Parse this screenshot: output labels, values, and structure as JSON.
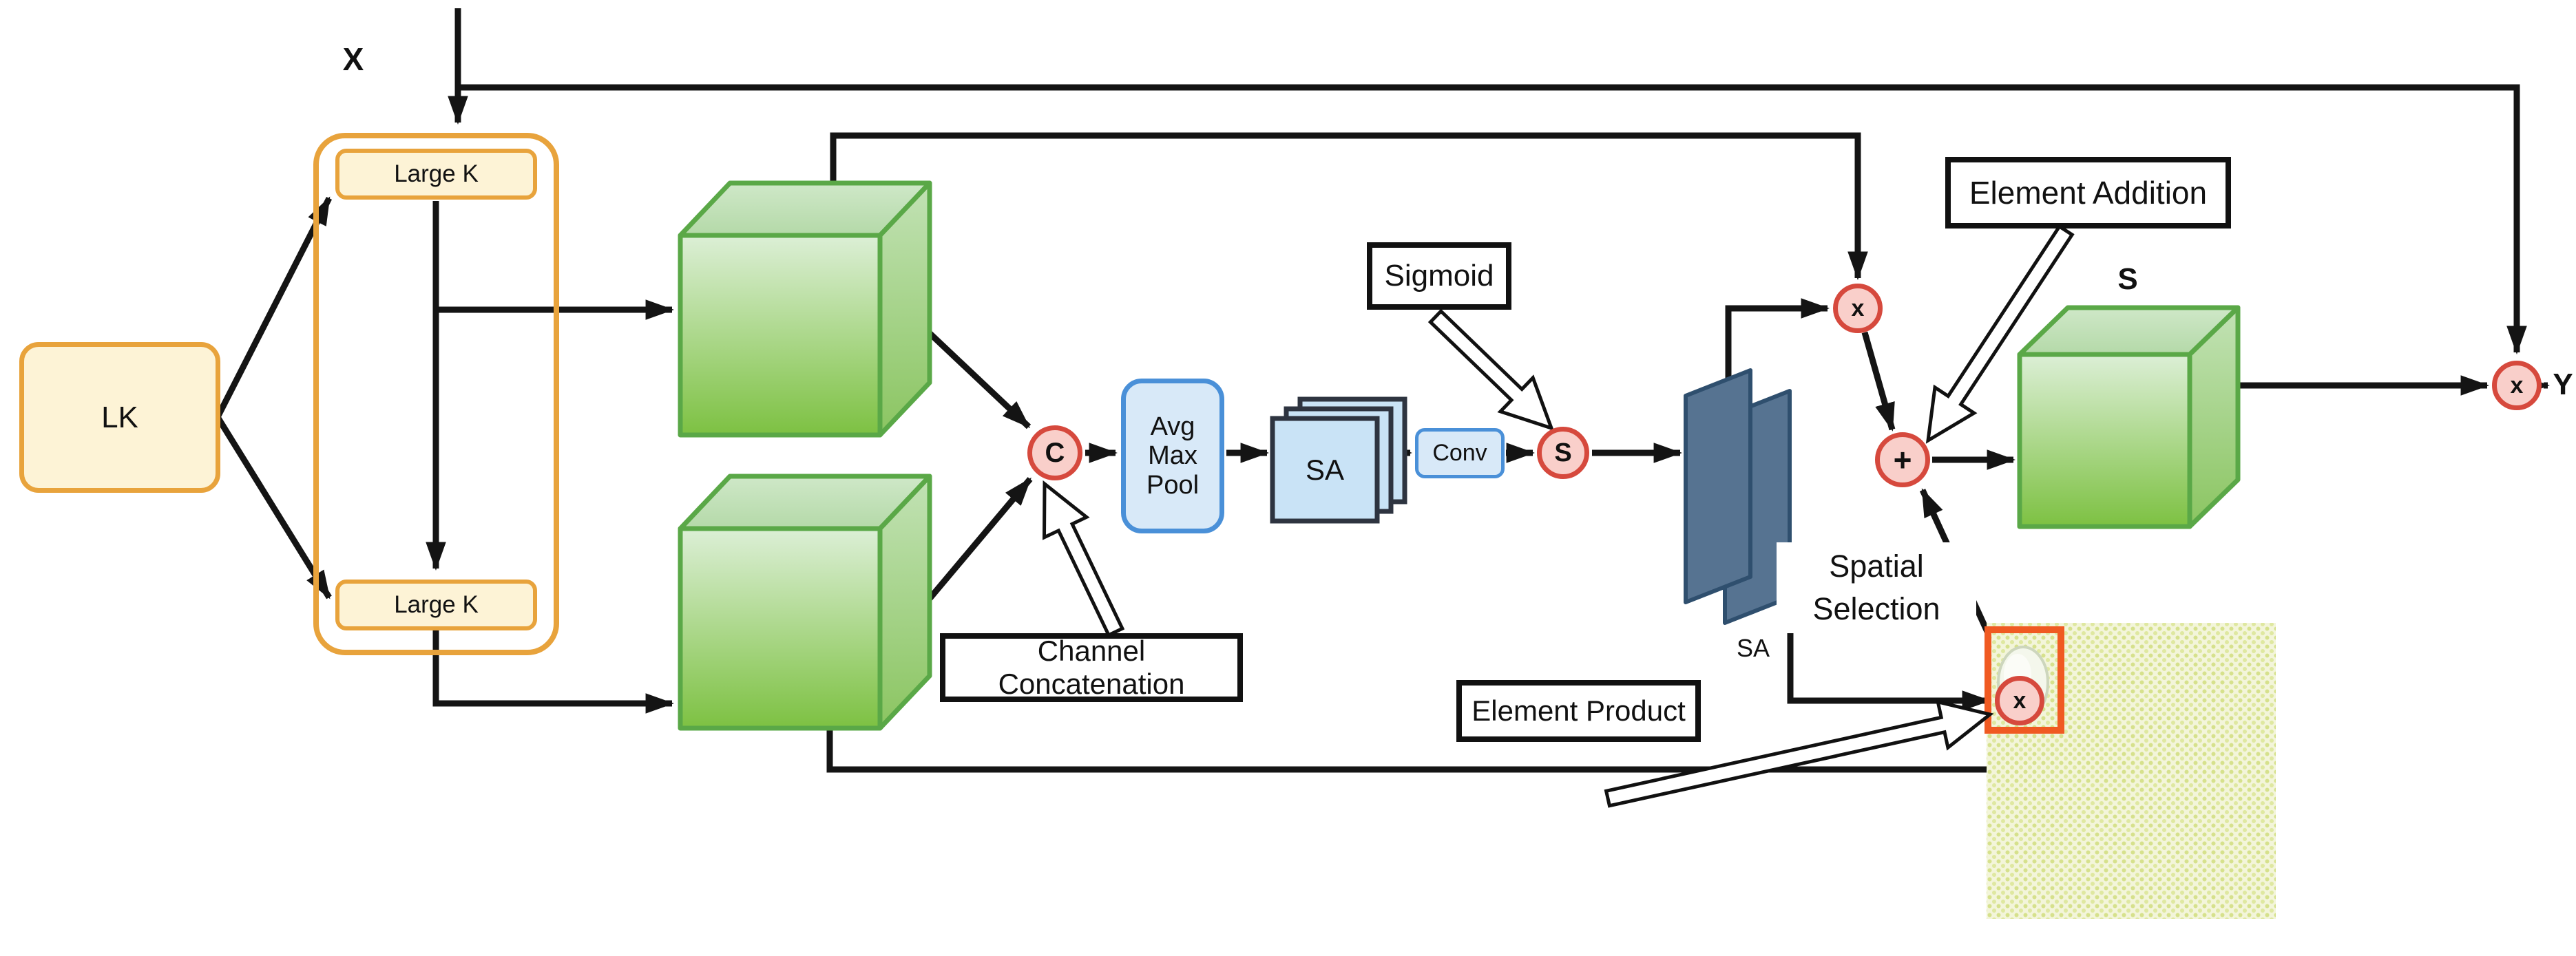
{
  "figure": {
    "title_hint": "LSK-style large-kernel spatial selection attention module",
    "inputs": {
      "x_label": "X"
    },
    "outputs": {
      "y_label": "Y"
    },
    "lk": {
      "label": "LK"
    },
    "large_k_top": {
      "label": "Large K"
    },
    "large_k_bottom": {
      "label": "Large K"
    },
    "ops": {
      "concat": "C",
      "sigmoid_node": "S",
      "multiply_top": "x",
      "multiply_bottom": "x",
      "multiply_out": "x",
      "add": "+"
    },
    "blocks": {
      "avg_max_pool": {
        "lines": [
          "Avg",
          "Max",
          "Pool"
        ]
      },
      "sa_stack": {
        "label": "SA"
      },
      "conv": {
        "label": "Conv"
      },
      "spatial_selection": {
        "lines": [
          "Spatial",
          "Selection"
        ]
      },
      "sa_small": {
        "label": "SA"
      },
      "s_annotation": {
        "label": "S"
      }
    },
    "callouts": {
      "sigmoid": {
        "label": "Sigmoid"
      },
      "element_addition": {
        "label": "Element Addition"
      },
      "element_product": {
        "label": "Element Product"
      },
      "channel_concatenation": {
        "label": "Channel Concatenation"
      }
    },
    "colors": {
      "orange_border": "#e8a33c",
      "orange_fill": "#fdf3d6",
      "green_border": "#5aa847",
      "green_light": "#d8edd2",
      "green_dark": "#7dc142",
      "blue_border": "#4a90d8",
      "blue_fill": "#d8e9f8",
      "stack_border": "#2e3440",
      "stack_fill": "#c9e3f6",
      "op_ring": "#d6493d",
      "op_fill": "#f9cfca",
      "plane_fill": "#567391",
      "plane_border": "#2f4f6e",
      "texture_bg": "#f3f5da",
      "texture_dot": "#d6e18c",
      "defect_box": "#f05a22",
      "line": "#141414"
    }
  }
}
